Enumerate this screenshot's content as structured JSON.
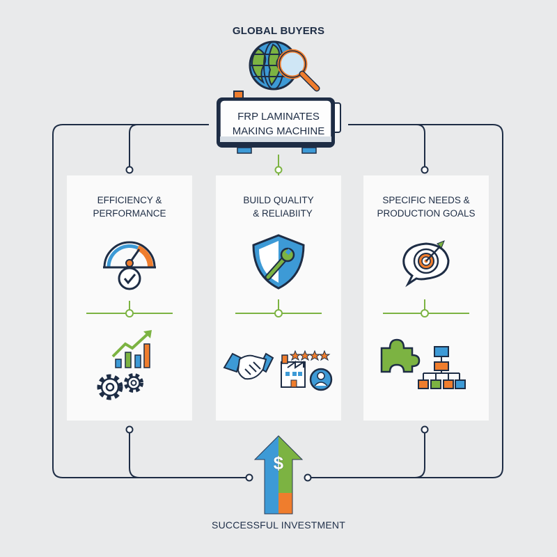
{
  "diagram": {
    "top_label": "GLOBAL BUYERS",
    "machine": {
      "line1": "FRP LAMINATES",
      "line2": "MAKING MACHINE"
    },
    "panels": [
      {
        "title_line1": "EFFICIENCY &",
        "title_line2": "PERFORMANCE",
        "top_icon": "speedometer-check-icon",
        "bottom_icon": "growth-chart-gears-icon"
      },
      {
        "title_line1": "BUILD QUALITY",
        "title_line2": "& RELIABIITY",
        "top_icon": "shield-wrench-icon",
        "bottom_icon": "handshake-factory-rating-icon"
      },
      {
        "title_line1": "SPECIFIC NEEDS &",
        "title_line2": "PRODUCTION GOALS",
        "top_icon": "target-speech-bubble-icon",
        "bottom_icon": "puzzle-flowchart-icon"
      }
    ],
    "bottom_label": "SUCCESSFUL INVESTMENT",
    "arrow_symbol": "$",
    "colors": {
      "navy": "#1e2d45",
      "blue": "#3d9ad6",
      "green": "#7cb342",
      "orange": "#ef7d2d",
      "panel": "#fafafa",
      "background": "#e9eaeb"
    }
  }
}
